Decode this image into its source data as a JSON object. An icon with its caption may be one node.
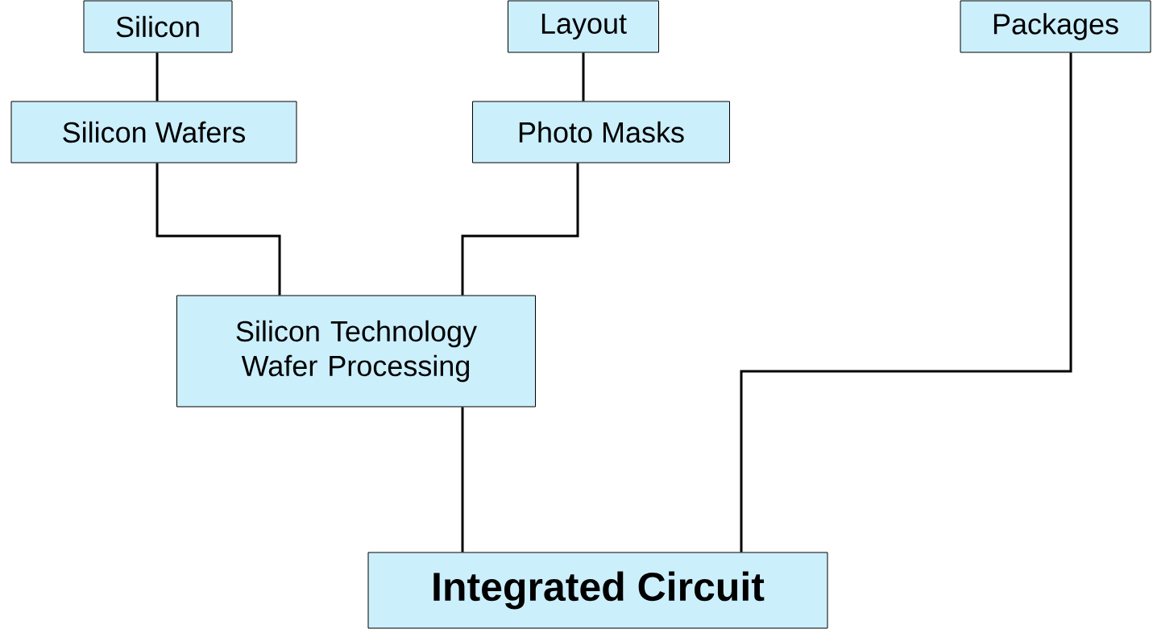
{
  "diagram": {
    "nodes": [
      {
        "text": [
          "Silicon"
        ]
      },
      {
        "text": [
          "Silicon Wafers"
        ]
      },
      {
        "text": [
          "Layout"
        ]
      },
      {
        "text": [
          "Photo Masks"
        ]
      },
      {
        "text": [
          "Packages"
        ]
      },
      {
        "text": [
          "Silicon Technology Wafer Processing"
        ]
      },
      {
        "text": [
          "Integrated Circuit"
        ]
      }
    ],
    "edges": [
      {
        "from": 0,
        "to": 1,
        "arrow": "none"
      },
      {
        "from": 2,
        "to": 3,
        "arrow": "none"
      },
      {
        "from": 1,
        "to": 5,
        "arrow": "none"
      },
      {
        "from": 3,
        "to": 5,
        "arrow": "none"
      },
      {
        "from": 5,
        "to": 6,
        "arrow": "none"
      },
      {
        "from": 4,
        "to": 6,
        "arrow": "none"
      }
    ]
  }
}
